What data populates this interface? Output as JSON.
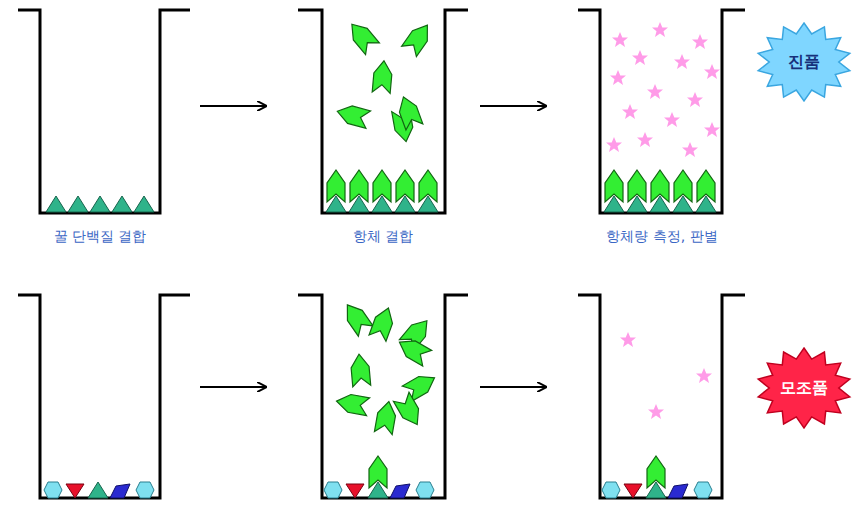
{
  "diagram": {
    "nodes": [
      {
        "text": [
          "진품"
        ]
      },
      {
        "text": [
          "모조품"
        ]
      }
    ],
    "labels": [
      "꿀 단백질 결합",
      "항체 결합",
      "항체량 측정, 판별"
    ]
  }
}
